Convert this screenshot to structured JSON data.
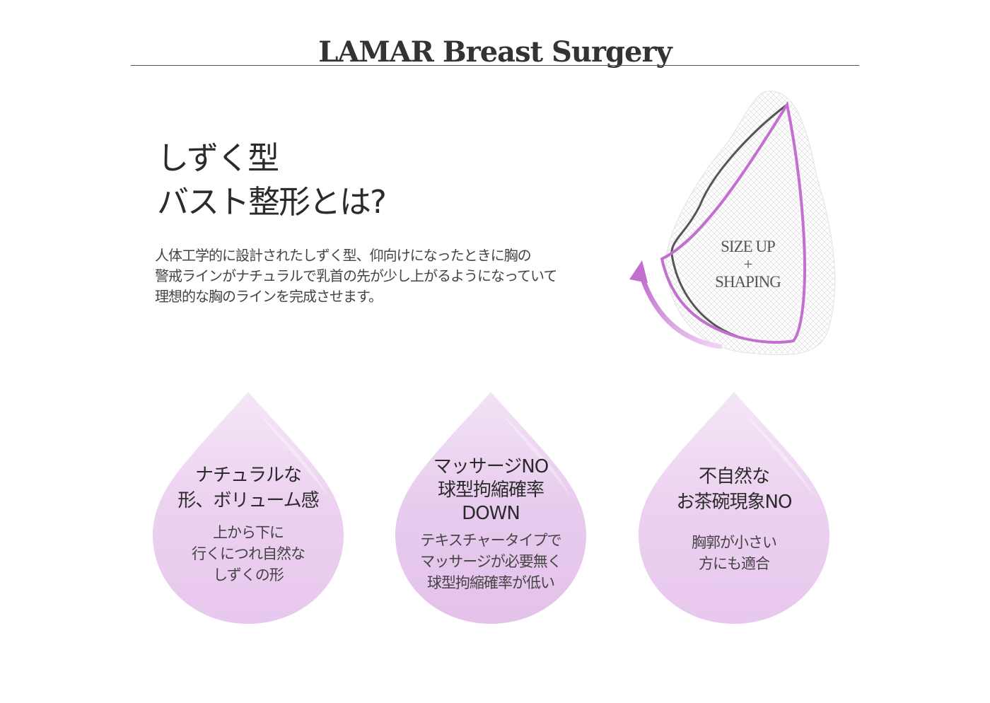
{
  "header": {
    "title": "LAMAR Breast Surgery"
  },
  "intro": {
    "heading_lines": [
      "しずく型",
      "バスト整形とは?"
    ],
    "description_lines": [
      "人体工学的に設計されたしずく型、仰向けになったときに胸の",
      "警戒ラインがナチュラルで乳首の先が少し上がるようになっていて",
      "理想的な胸のラインを完成させます。"
    ]
  },
  "implant_label": {
    "line1": "SIZE UP",
    "line2": "+",
    "line3": "SHAPING"
  },
  "colors": {
    "accent": "#c26fd0",
    "drop_light": "#f1e0f4",
    "drop_mid": "#e8c9ee",
    "outline_dark": "#555555"
  },
  "features": [
    {
      "title_lines": [
        "ナチュラルな",
        "形、ボリューム感"
      ],
      "body_lines": [
        "上から下に",
        "行くにつれ自然な",
        "しずくの形"
      ]
    },
    {
      "title_lines": [
        "マッサージNO",
        "球型拘縮確率",
        "DOWN"
      ],
      "body_lines": [
        "テキスチャータイプで",
        "マッサージが必要無く",
        "球型拘縮確率が低い"
      ]
    },
    {
      "title_lines": [
        "不自然な",
        "お茶碗現象NO"
      ],
      "body_lines": [
        "胸郭が小さい",
        "方にも適合"
      ]
    }
  ]
}
